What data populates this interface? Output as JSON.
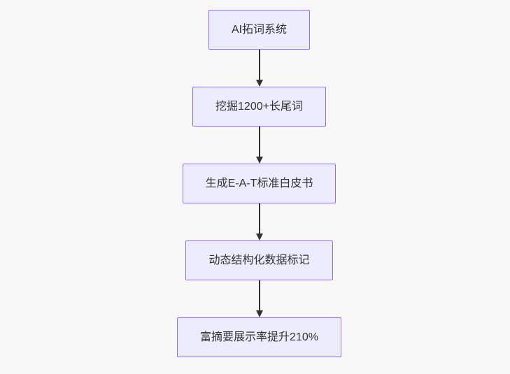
{
  "diagram": {
    "type": "flowchart-top-down",
    "background_color": "#f8f8f8",
    "node_fill_color": "#ececff",
    "node_border_color": "#9370db",
    "node_text_color": "#333333",
    "arrow_color": "#333333",
    "nodes": [
      {
        "id": "step-1",
        "label": "AI拓词系统"
      },
      {
        "id": "step-2",
        "label": "挖掘1200+长尾词"
      },
      {
        "id": "step-3",
        "label": "生成E-A-T标准白皮书"
      },
      {
        "id": "step-4",
        "label": "动态结构化数据标记"
      },
      {
        "id": "step-5",
        "label": "富摘要展示率提升210%"
      }
    ],
    "edges": [
      {
        "from": "step-1",
        "to": "step-2"
      },
      {
        "from": "step-2",
        "to": "step-3"
      },
      {
        "from": "step-3",
        "to": "step-4"
      },
      {
        "from": "step-4",
        "to": "step-5"
      }
    ]
  }
}
